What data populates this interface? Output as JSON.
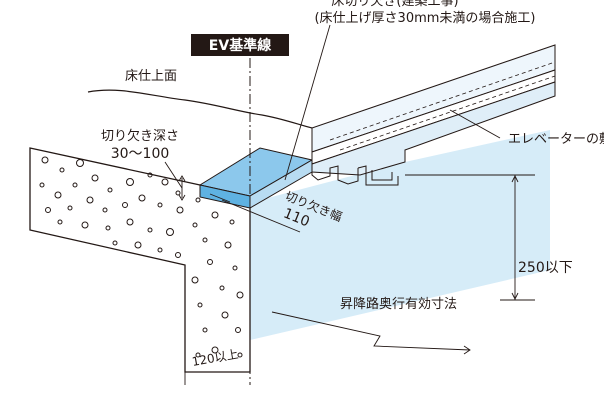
{
  "labels": {
    "floor_cut_line1": "床切り欠き(建築工事)",
    "floor_cut_line2": "(床仕上げ厚さ30mm未満の場合施工)",
    "ev_reference": "EV基準線",
    "floor_finish": "床仕上面",
    "notch_depth_line1": "切り欠き深さ",
    "notch_depth_line2": "30〜100",
    "notch_width_label": "切り欠き幅",
    "notch_width_value": "110",
    "elevator_sill": "エレベーターの敷",
    "height_250": "250以下",
    "hoistway_depth": "昇降路奥行有効寸法",
    "wall_120": "120以上"
  },
  "colors": {
    "badge_bg": "#231815",
    "hoistway_blue": "#d6ecf8",
    "notch_blue": "#8cc8ec",
    "ink": "#231815"
  }
}
